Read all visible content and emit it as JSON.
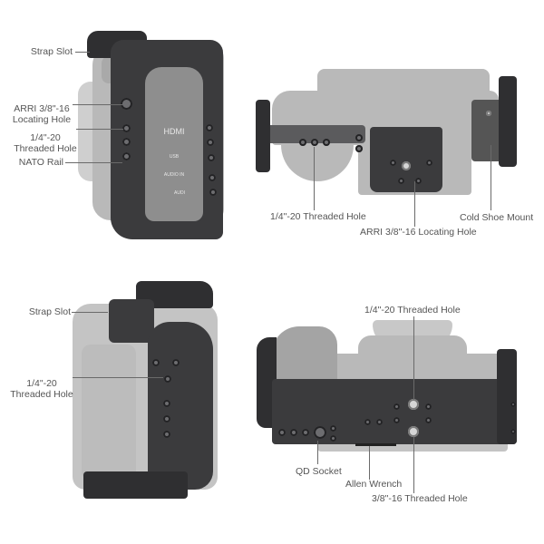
{
  "views": [
    {
      "id": "side-view-left",
      "labels": [
        {
          "text": "Strap Slot"
        },
        {
          "text": "ARRI 3/8\"-16\nLocating Hole"
        },
        {
          "text": "1/4\"-20\nThreaded Hole"
        },
        {
          "text": "NATO Rail"
        }
      ],
      "panel": {
        "hdmi": "HDMI",
        "usb": "USB",
        "audio_in": "AUDIO IN",
        "audio": "AUDI"
      }
    },
    {
      "id": "top-view",
      "labels": [
        {
          "text": "1/4\"-20 Threaded Hole"
        },
        {
          "text": "ARRI 3/8\"-16 Locating Hole"
        },
        {
          "text": "Cold Shoe Mount"
        }
      ]
    },
    {
      "id": "grip-view",
      "labels": [
        {
          "text": "Strap Slot"
        },
        {
          "text": "1/4\"-20\nThreaded Hole"
        }
      ]
    },
    {
      "id": "bottom-view",
      "labels": [
        {
          "text": "1/4\"-20 Threaded Hole"
        },
        {
          "text": "QD Socket"
        },
        {
          "text": "Allen Wrench"
        },
        {
          "text": "3/8\"-16 Threaded Hole"
        }
      ]
    }
  ],
  "colors": {
    "label_text": "#555555",
    "cage": "#3b3b3d",
    "camera_body": "#b9b9b9",
    "background": "#ffffff"
  }
}
